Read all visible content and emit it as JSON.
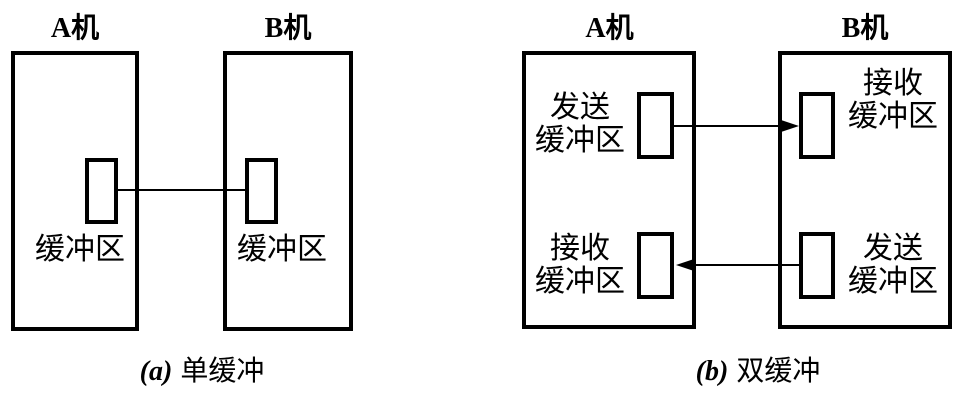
{
  "colors": {
    "line": "#000000",
    "background": "#ffffff"
  },
  "figures": [
    {
      "id": "single-buffer",
      "caption_prefix": "(a)",
      "caption_text": "单缓冲",
      "machine_a": {
        "title": "A机",
        "buffer_label": "缓冲区"
      },
      "machine_b": {
        "title": "B机",
        "buffer_label": "缓冲区"
      }
    },
    {
      "id": "double-buffer",
      "caption_prefix": "(b)",
      "caption_text": "双缓冲",
      "machine_a": {
        "title": "A机",
        "send_buffer": {
          "line1": "发送",
          "line2": "缓冲区"
        },
        "recv_buffer": {
          "line1": "接收",
          "line2": "缓冲区"
        }
      },
      "machine_b": {
        "title": "B机",
        "recv_buffer": {
          "line1": "接收",
          "line2": "缓冲区"
        },
        "send_buffer": {
          "line1": "发送",
          "line2": "缓冲区"
        }
      }
    }
  ]
}
